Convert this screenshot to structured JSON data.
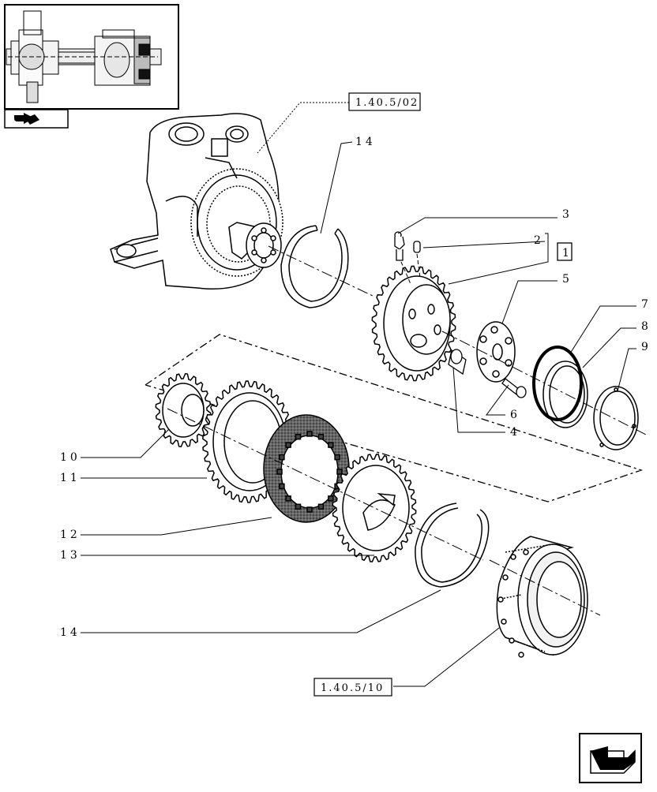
{
  "diagram": {
    "callouts": [
      {
        "id": "c3",
        "text": "3"
      },
      {
        "id": "c2",
        "text": "2"
      },
      {
        "id": "c1",
        "text": "1"
      },
      {
        "id": "c5",
        "text": "5"
      },
      {
        "id": "c7",
        "text": "7"
      },
      {
        "id": "c8",
        "text": "8"
      },
      {
        "id": "c9",
        "text": "9"
      },
      {
        "id": "c6",
        "text": "6"
      },
      {
        "id": "c4",
        "text": "4"
      },
      {
        "id": "c14a",
        "text": "14"
      },
      {
        "id": "c10",
        "text": "10"
      },
      {
        "id": "c11",
        "text": "11"
      },
      {
        "id": "c12",
        "text": "12"
      },
      {
        "id": "c13",
        "text": "13"
      },
      {
        "id": "c14b",
        "text": "14"
      }
    ],
    "references": [
      {
        "id": "ref-top",
        "text": "1.40.5/02"
      },
      {
        "id": "ref-bottom",
        "text": "1.40.5/10"
      }
    ]
  },
  "icons": [
    "axle-thumbnail",
    "back-arrow-icon",
    "next-page-arrow-icon"
  ]
}
